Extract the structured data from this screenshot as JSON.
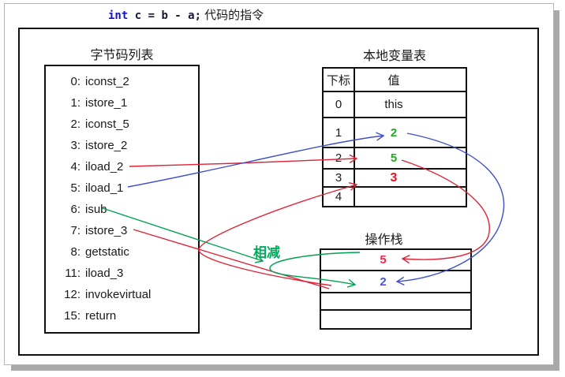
{
  "title": {
    "code_keyword": "int",
    "code_rest": " c = b - a;",
    "suffix": " 代码的指令"
  },
  "bytecode": {
    "title": "字节码列表",
    "items": [
      {
        "num": "0:",
        "op": "iconst_2"
      },
      {
        "num": "1:",
        "op": "istore_1"
      },
      {
        "num": "2:",
        "op": "iconst_5"
      },
      {
        "num": "3:",
        "op": "istore_2"
      },
      {
        "num": "4:",
        "op": "iload_2"
      },
      {
        "num": "5:",
        "op": "iload_1"
      },
      {
        "num": "6:",
        "op": "isub"
      },
      {
        "num": "7:",
        "op": "istore_3"
      },
      {
        "num": "8:",
        "op": "getstatic"
      },
      {
        "num": "11:",
        "op": "iload_3"
      },
      {
        "num": "12:",
        "op": "invokevirtual"
      },
      {
        "num": "15:",
        "op": "return"
      }
    ]
  },
  "local_var_table": {
    "title": "本地变量表",
    "headers": {
      "index": "下标",
      "value": "值"
    },
    "rows": [
      {
        "index": "0",
        "value": "this",
        "color": "black"
      },
      {
        "index": "1",
        "value": "2",
        "color": "green"
      },
      {
        "index": "2",
        "value": "5",
        "color": "green"
      },
      {
        "index": "3",
        "value": "3",
        "color": "red"
      },
      {
        "index": "4",
        "value": "",
        "color": "none"
      }
    ]
  },
  "operand_stack": {
    "title": "操作栈",
    "slots": [
      {
        "value": "5",
        "color": "red"
      },
      {
        "value": "2",
        "color": "blue"
      },
      {
        "value": "",
        "color": "none"
      },
      {
        "value": "",
        "color": "none"
      }
    ]
  },
  "annotation": {
    "subtract_label": "相减"
  },
  "arrows": [
    {
      "id": "iload2-reads-slot2",
      "color": "red",
      "from": "bytecode 4: iload_2",
      "to": "local var slot 2"
    },
    {
      "id": "iload1-reads-slot1",
      "color": "blue",
      "from": "bytecode 5: iload_1",
      "to": "local var slot 1"
    },
    {
      "id": "slot1-push-stack",
      "color": "blue",
      "from": "local var slot 1 (value 2)",
      "to": "operand stack slot 2"
    },
    {
      "id": "slot2-push-stack",
      "color": "red",
      "from": "local var slot 2 (value 5)",
      "to": "operand stack slot 1"
    },
    {
      "id": "isub-operands",
      "color": "green",
      "from": "bytecode 6: isub",
      "to": "top two stack values"
    },
    {
      "id": "istore3-pops-stack",
      "color": "red",
      "from": "bytecode 7: istore_3",
      "to": "operand stack"
    },
    {
      "id": "result-stored-slot3",
      "color": "red",
      "from": "operand stack",
      "to": "local var slot 3"
    }
  ],
  "colors": {
    "arrow_red": "#e02438",
    "arrow_blue": "#3f4fc8",
    "arrow_green": "#00a152",
    "value_green": "#26a826",
    "value_red": "#ee1020",
    "stack_value_red": "#ee2b4d",
    "stack_value_blue": "#4a55d6",
    "keyword_blue": "#1515c8",
    "frame_black": "#111111",
    "border_gray": "#b4b4b4"
  }
}
